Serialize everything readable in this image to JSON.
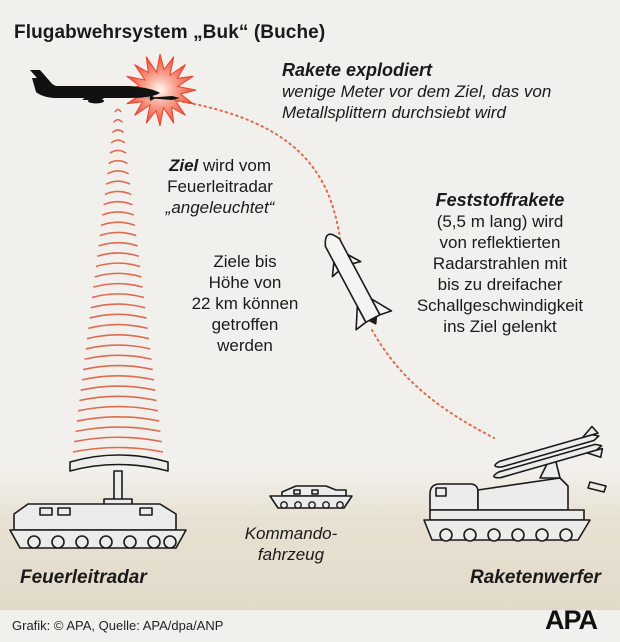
{
  "title": "Flugabwehrsystem „Buk“ (Buche)",
  "explosion": {
    "heading": "Rakete explodiert",
    "line1": "wenige Meter vor dem Ziel, das von",
    "line2": "Metallsplittern durchsiebt wird"
  },
  "target": {
    "bold": "Ziel",
    "rest1": " wird vom",
    "line2": "Feuerleitradar",
    "line3": "„angeleuchtet“"
  },
  "altitude": {
    "line1": "Ziele bis",
    "line2": "Höhe von",
    "line3": "22 km können",
    "line4": "getroffen",
    "line5": "werden"
  },
  "missile": {
    "heading": "Feststoffrakete",
    "line1": "(5,5 m lang) wird",
    "line2": "von reflektierten",
    "line3": "Radarstrahlen mit",
    "line4": "bis zu dreifacher",
    "line5": "Schallgeschwindigkeit",
    "line6": "ins Ziel gelenkt"
  },
  "vehicles": {
    "radar": "Feuerleitradar",
    "command1": "Kommando-",
    "command2": "fahrzeug",
    "launcher": "Raketenwerfer"
  },
  "source": "Grafik: © APA, Quelle: APA/dpa/ANP",
  "logo": "APA",
  "colors": {
    "background": "#f2f0ec",
    "ground": "#e6dfd1",
    "vehicle_fill": "#ececea",
    "vehicle_stroke": "#1a1a1a",
    "radar_waves": "#e06a4e",
    "flight_path": "#e06a4e",
    "explosion": "#f04a34",
    "aircraft": "#111111"
  }
}
